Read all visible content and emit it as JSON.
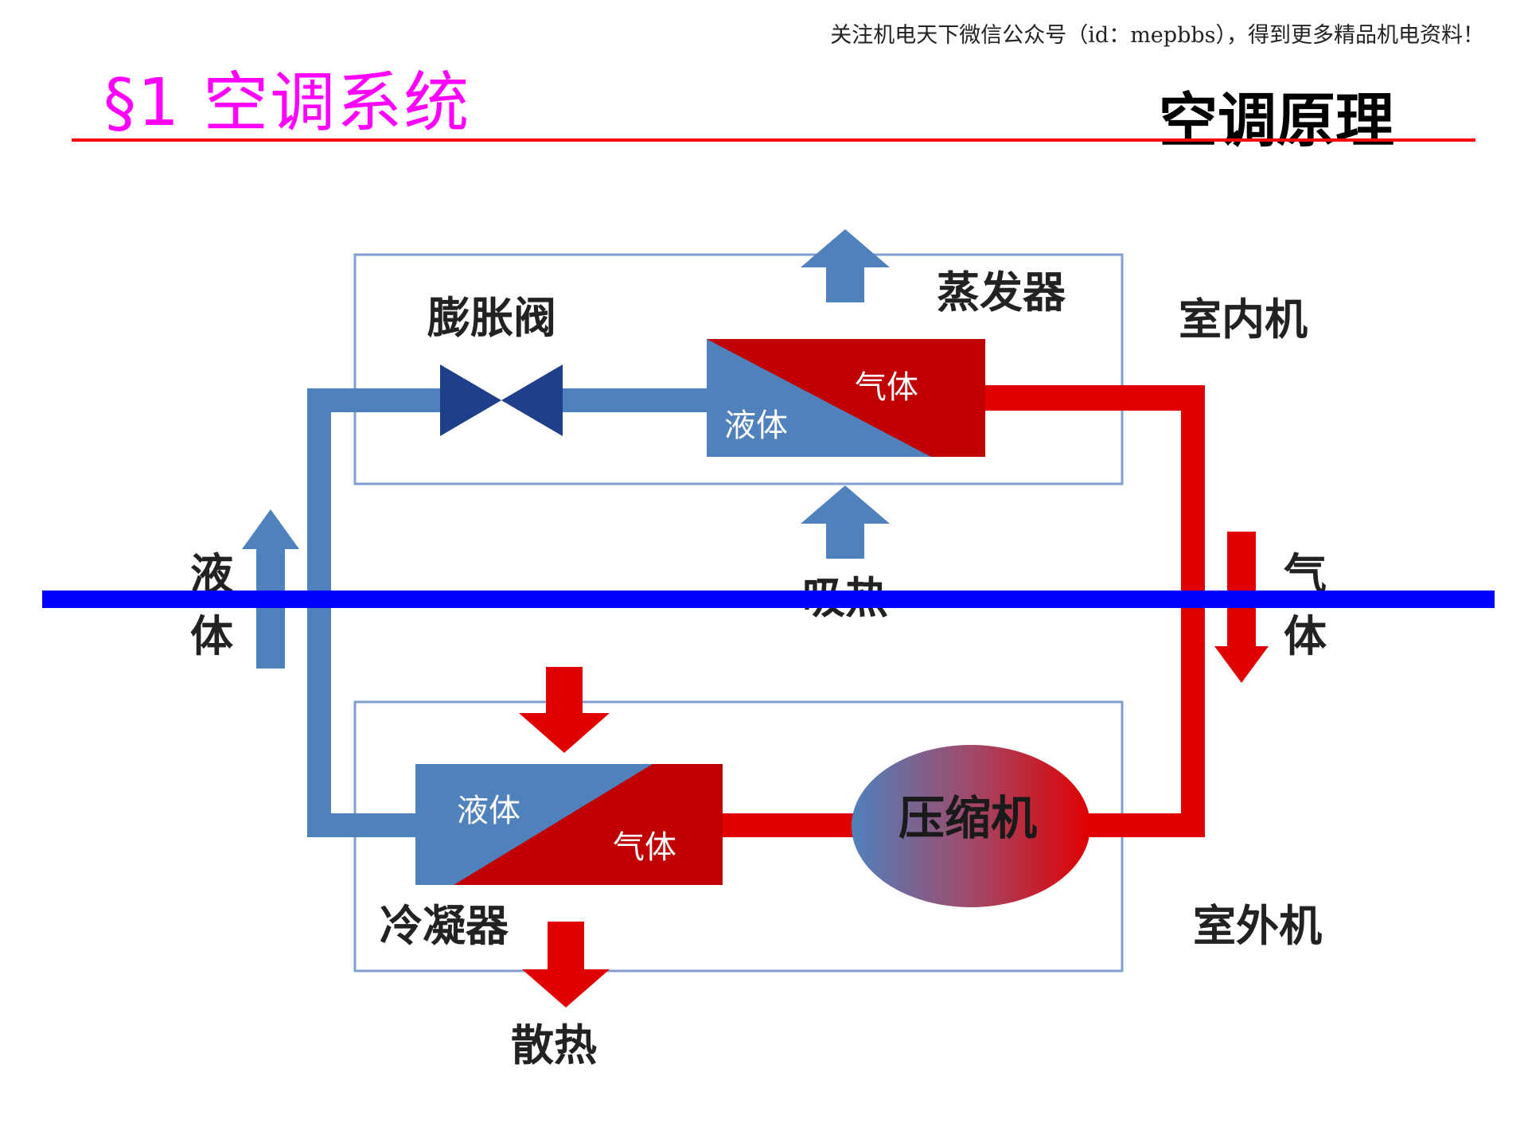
{
  "header": {
    "notice": "关注机电天下微信公众号（id：mepbbs），得到更多精品机电资料！",
    "section_title": "§1 空调系统",
    "page_heading": "空调原理"
  },
  "diagram": {
    "expansion_valve": "膨胀阀",
    "evaporator": "蒸发器",
    "indoor_unit": "室内机",
    "evaporator_gas": "气体",
    "evaporator_liquid": "液体",
    "heat_absorb": "吸热",
    "left_liquid": [
      "液",
      "体"
    ],
    "right_gas": [
      "气",
      "体"
    ],
    "condenser_liquid": "液体",
    "condenser_gas": "气体",
    "compressor": "压缩机",
    "condenser": "冷凝器",
    "outdoor_unit": "室外机",
    "heat_release": "散热"
  },
  "colors": {
    "pipe_blue": "#4f81bd",
    "pipe_red": "#e00000",
    "exchanger_red": "#c00000",
    "valve_blue": "#1f3f8a",
    "title_magenta": "#ff00ff",
    "rule_red": "#ff0000",
    "overlay_blue": "#0000ff"
  }
}
